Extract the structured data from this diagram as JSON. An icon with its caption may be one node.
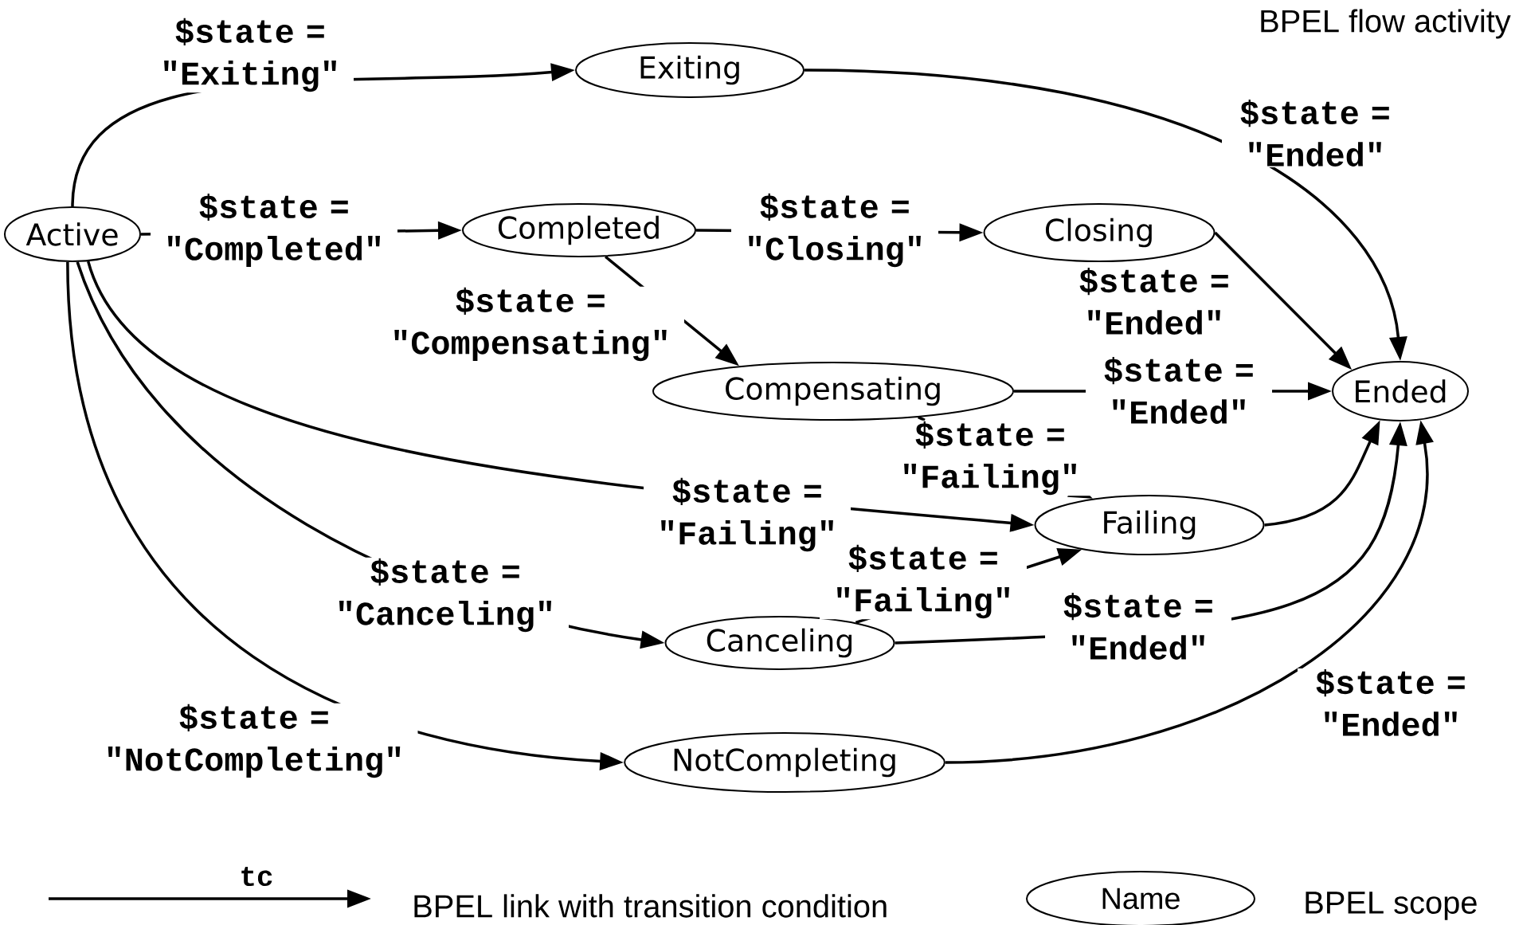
{
  "diagram": {
    "title": "BPEL flow activity",
    "nodes": [
      {
        "text": [
          "Active"
        ]
      },
      {
        "text": [
          "Exiting"
        ]
      },
      {
        "text": [
          "Completed"
        ]
      },
      {
        "text": [
          "Closing"
        ]
      },
      {
        "text": [
          "Compensating"
        ]
      },
      {
        "text": [
          "Ended"
        ]
      },
      {
        "text": [
          "Failing"
        ]
      },
      {
        "text": [
          "Canceling"
        ]
      },
      {
        "text": [
          "NotCompleting"
        ]
      }
    ],
    "edges": [
      {
        "from": 0,
        "to": 1,
        "arrow": "to",
        "label": "$state = \"Exiting\""
      },
      {
        "from": 1,
        "to": 5,
        "arrow": "to",
        "label": "$state = \"Ended\""
      },
      {
        "from": 0,
        "to": 2,
        "arrow": "to",
        "label": "$state = \"Completed\""
      },
      {
        "from": 2,
        "to": 3,
        "arrow": "to",
        "label": "$state = \"Closing\""
      },
      {
        "from": 2,
        "to": 4,
        "arrow": "to",
        "label": "$state = \"Compensating\""
      },
      {
        "from": 3,
        "to": 5,
        "arrow": "to",
        "label": "$state = \"Ended\""
      },
      {
        "from": 4,
        "to": 5,
        "arrow": "to",
        "label": "$state = \"Ended\""
      },
      {
        "from": 4,
        "to": 6,
        "arrow": "to",
        "style": "dashed",
        "label": "$state = \"Failing\""
      },
      {
        "from": 0,
        "to": 6,
        "arrow": "to",
        "label": "$state = \"Failing\""
      },
      {
        "from": 0,
        "to": 7,
        "arrow": "to",
        "label": "$state = \"Canceling\""
      },
      {
        "from": 7,
        "to": 6,
        "arrow": "to",
        "label": "$state = \"Failing\""
      },
      {
        "from": 7,
        "to": 5,
        "arrow": "to",
        "label": "$state = \"Ended\""
      },
      {
        "from": 6,
        "to": 5,
        "arrow": "to"
      },
      {
        "from": 0,
        "to": 8,
        "arrow": "to",
        "label": "$state = \"NotCompleting\""
      },
      {
        "from": 8,
        "to": 5,
        "arrow": "to",
        "label": "$state = \"Ended\""
      }
    ],
    "labels": [
      "tc",
      "Name"
    ],
    "legend": [
      {
        "text": "BPEL link with transition condition"
      },
      {
        "text": "BPEL scope"
      }
    ]
  }
}
